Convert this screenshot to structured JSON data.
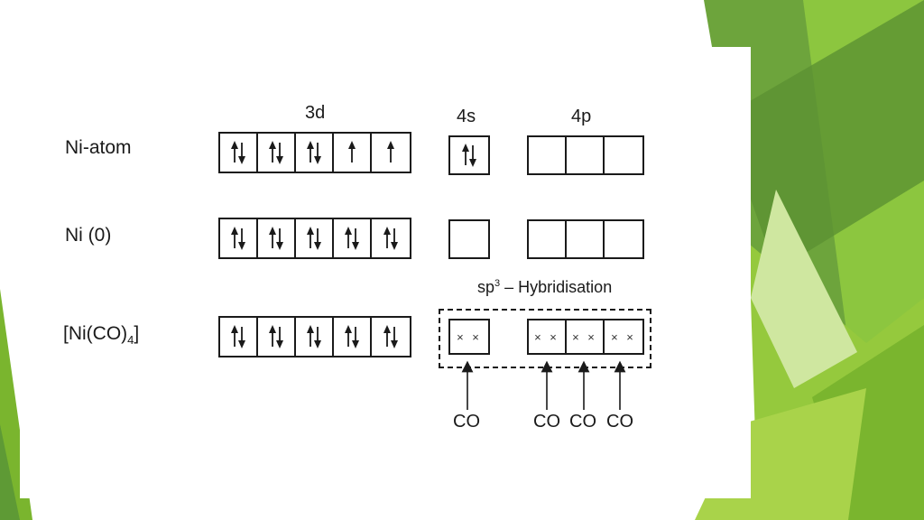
{
  "colors": {
    "green_dark": "#5e9a35",
    "green_mid": "#7ab52e",
    "green_light": "#a9d34a",
    "green_pale": "#cfe7a0",
    "text": "#1a1a1a"
  },
  "diagram": {
    "headers": {
      "d": "3d",
      "s": "4s",
      "p": "4p"
    },
    "rows": [
      {
        "label": "Ni-atom",
        "d": [
          "up-down",
          "up-down",
          "up-down",
          "up",
          "up"
        ],
        "s": [
          "up-down"
        ],
        "p": [
          "empty",
          "empty",
          "empty"
        ]
      },
      {
        "label": "Ni (0)",
        "d": [
          "up-down",
          "up-down",
          "up-down",
          "up-down",
          "up-down"
        ],
        "s": [
          "empty"
        ],
        "p": [
          "empty",
          "empty",
          "empty"
        ]
      },
      {
        "label_main": "[Ni(CO)",
        "label_sub": "4",
        "label_end": "]",
        "d": [
          "up-down",
          "up-down",
          "up-down",
          "up-down",
          "up-down"
        ],
        "s": [
          "xx"
        ],
        "p": [
          "xx",
          "xx",
          "xx"
        ],
        "xx_text": "× ×"
      }
    ],
    "hybridisation": {
      "prefix": "sp",
      "sup": "3",
      "suffix": " – Hybridisation"
    },
    "ligand_label": "CO"
  }
}
